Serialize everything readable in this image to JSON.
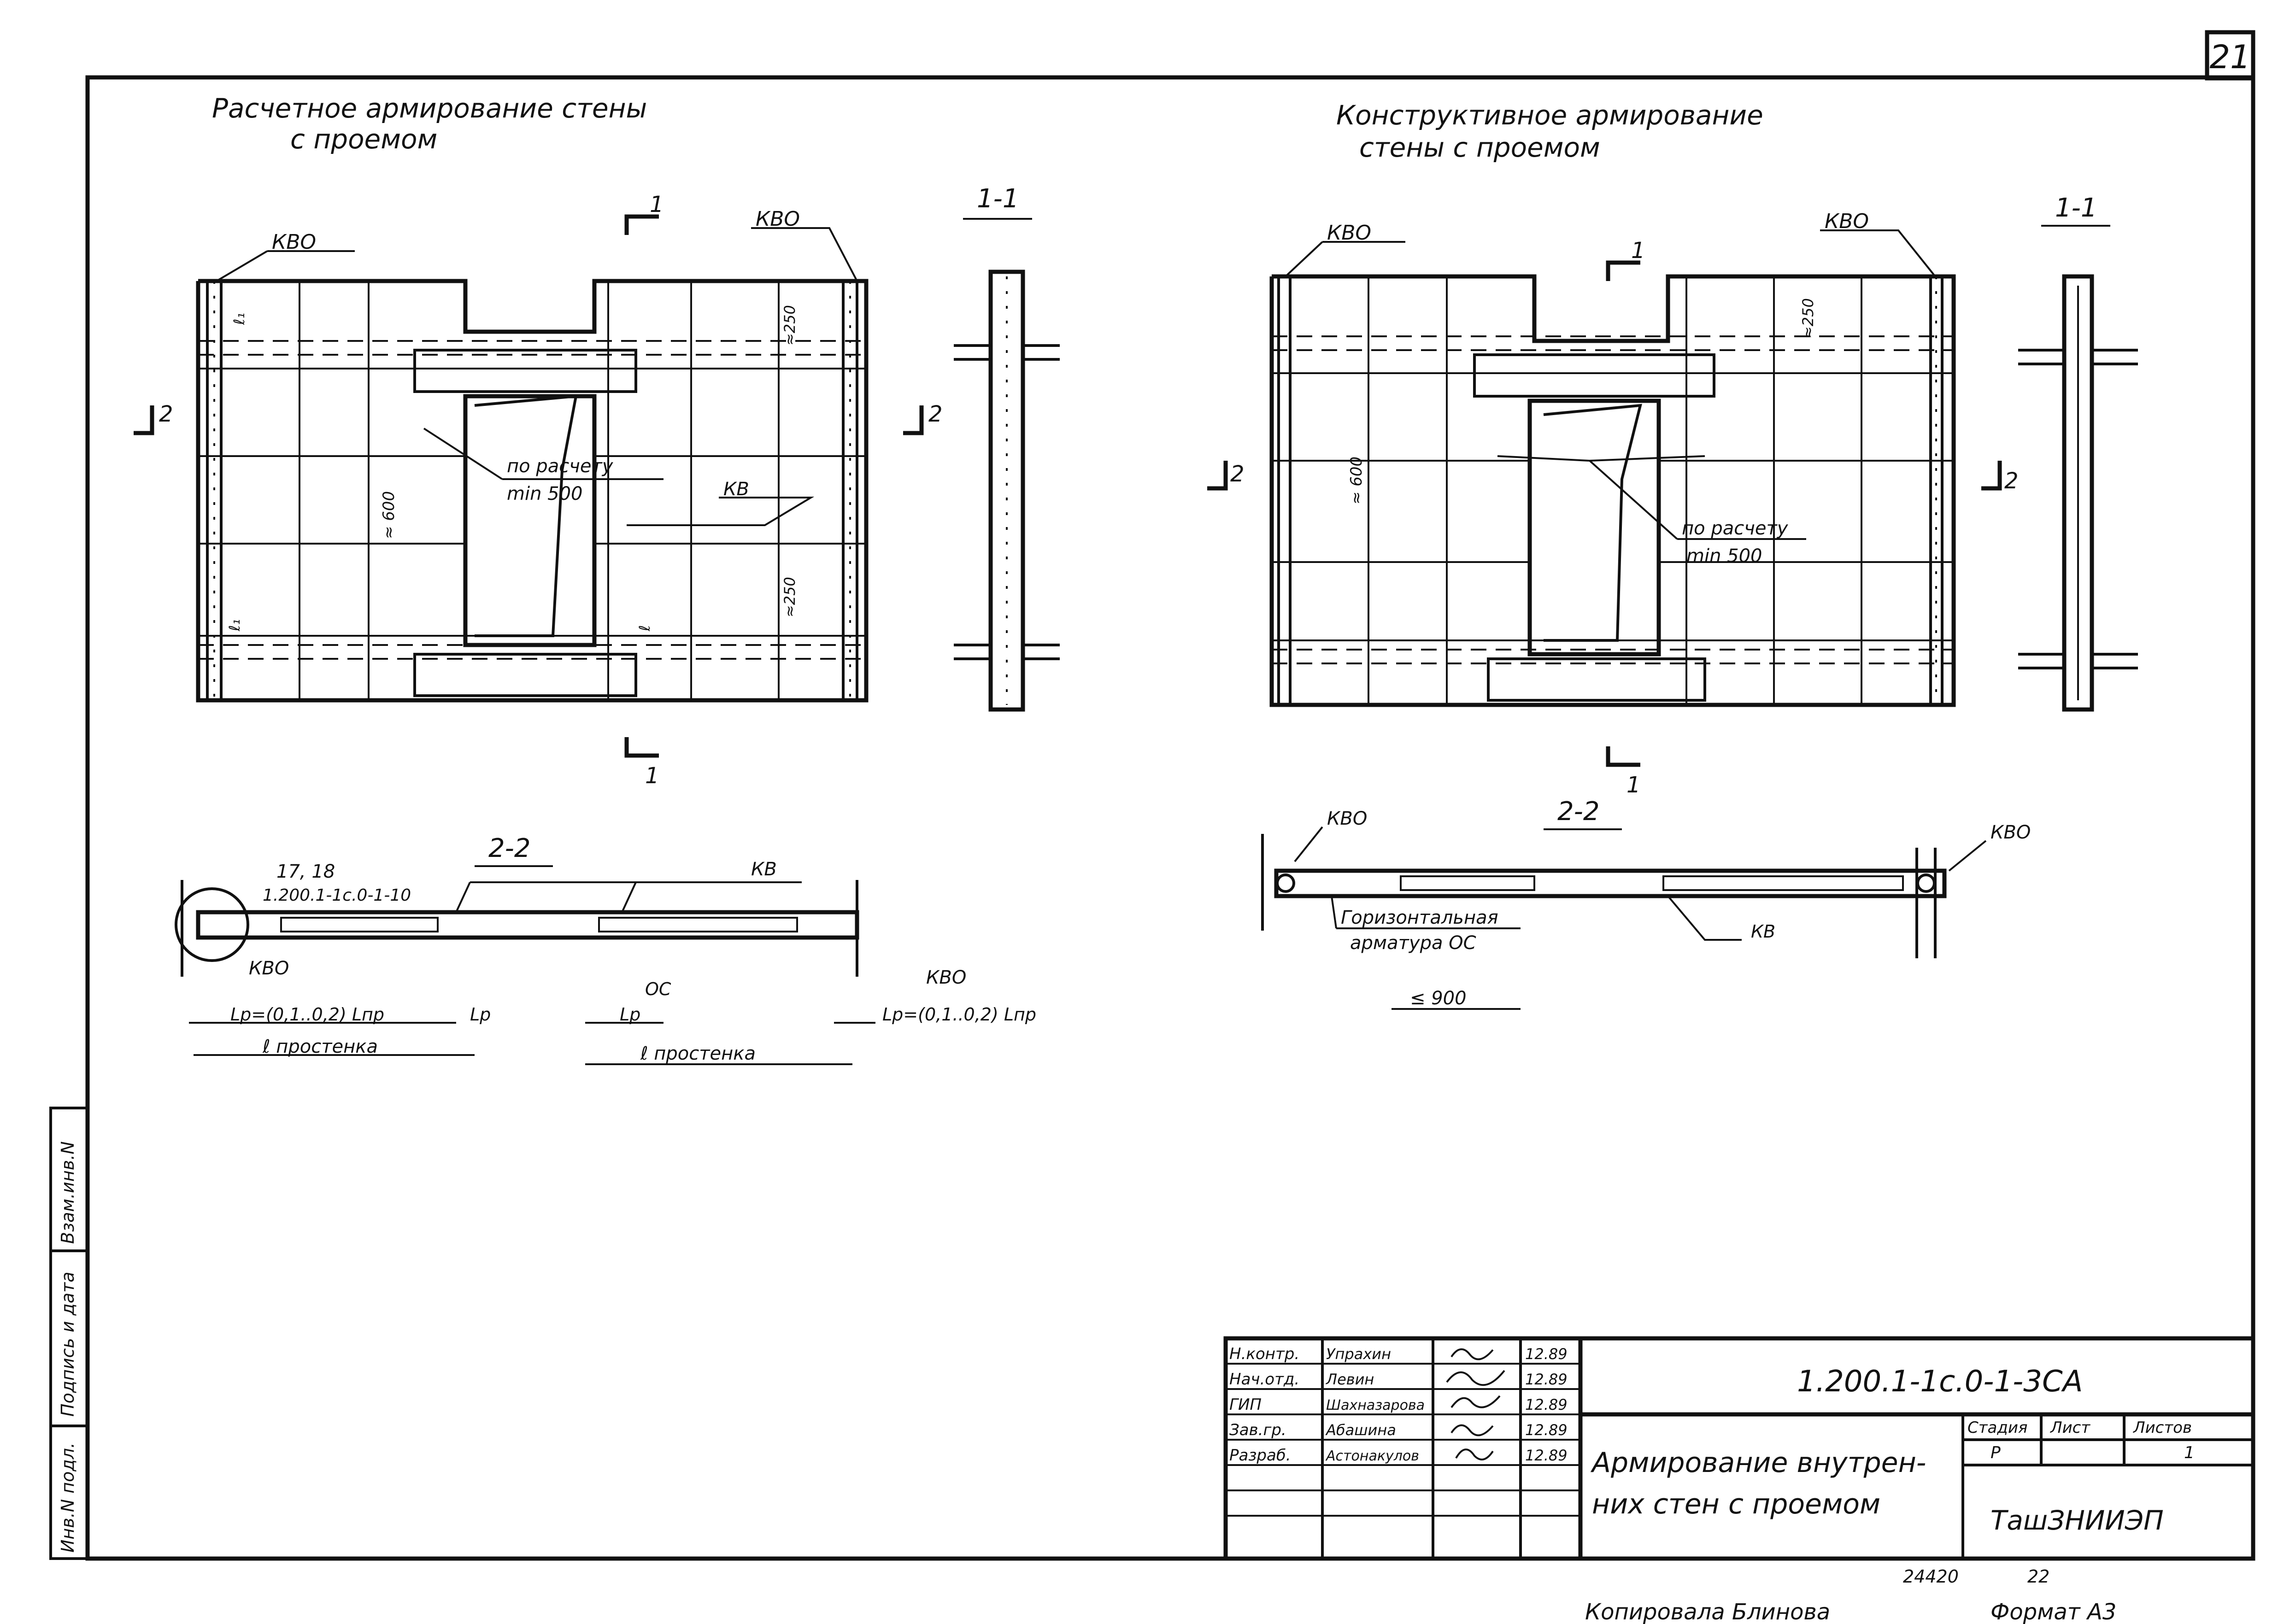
{
  "sheet_number": "21",
  "left": {
    "title_line1": "Расчетное армирование стены",
    "title_line2": "с проемом",
    "kvo": "КВО",
    "kv": "КВ",
    "section_mark": "1",
    "section_mark_2": "2",
    "section_title": "1-1",
    "po_raschetu": "по расчету",
    "min500": "min 500",
    "dim_600": "≈ 600",
    "dim_250": "≈250",
    "l_label": "ℓ",
    "l1_label": "ℓ₁",
    "section22_title": "2-2",
    "ref_1718": "17, 18",
    "ref_doc": "1.200.1-1с.0-1-10",
    "oc": "ОС",
    "lp_formula": "Lр=(0,1..0,2) Lпр",
    "lp": "Lр",
    "l_prostenka": "ℓ простенка"
  },
  "right": {
    "title_line1": "Конструктивное армирование",
    "title_line2": "стены с проемом",
    "kvo": "КВО",
    "kv": "КВ",
    "section_mark": "1",
    "section_mark_2": "2",
    "section_title": "1-1",
    "dim_600": "≈ 600",
    "dim_250": "≈250",
    "po_raschetu": "по расчету",
    "min500": "min 500",
    "section22_title": "2-2",
    "horiz_line1": "Горизонтальная",
    "horiz_line2": "арматура ОС",
    "dim_900": "≤ 900"
  },
  "side_stamp": {
    "inv_podl": "Инв.N подл.",
    "podpis_data": "Подпись и дата",
    "vzam_inv": "Взам.инв.N"
  },
  "title_block": {
    "rows": [
      {
        "role": "Н.контр.",
        "name": "Упрахин",
        "date": "12.89"
      },
      {
        "role": "Нач.отд.",
        "name": "Левин",
        "date": "12.89"
      },
      {
        "role": "ГИП",
        "name": "Шахназарова",
        "date": "12.89"
      },
      {
        "role": "Зав.гр.",
        "name": "Абашина",
        "date": "12.89"
      },
      {
        "role": "Разраб.",
        "name": "Астонакулов",
        "date": "12.89"
      }
    ],
    "code": "1.200.1-1с.0-1-3СА",
    "title_line1": "Армирование внутрен-",
    "title_line2": "них стен с проемом",
    "stage_header": "Стадия",
    "sheet_header": "Лист",
    "sheets_header": "Листов",
    "stage": "Р",
    "sheets": "1",
    "org": "ТашЗНИИЭП"
  },
  "footer": {
    "inventory": "24420",
    "inventory2": "22",
    "copied": "Копировала Блинова",
    "format": "Формат А3"
  }
}
